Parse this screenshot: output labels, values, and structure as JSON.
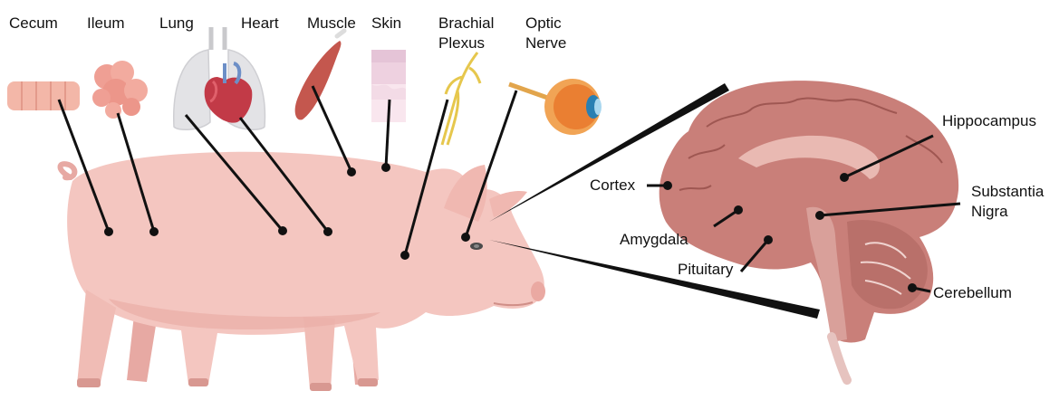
{
  "tissue_labels": {
    "cecum": "Cecum",
    "ileum": "Ileum",
    "lung": "Lung",
    "heart": "Heart",
    "muscle": "Muscle",
    "skin": "Skin",
    "brachial_plexus": [
      "Brachial",
      "Plexus"
    ],
    "optic_nerve": [
      "Optic",
      "Nerve"
    ]
  },
  "brain_labels": {
    "hippocampus": "Hippocampus",
    "substantia_nigra": [
      "Substantia",
      "Nigra"
    ],
    "cortex": "Cortex",
    "amygdala": "Amygdala",
    "pituitary": "Pituitary",
    "cerebellum": "Cerebellum"
  },
  "colors": {
    "pig_body": "#f4c6c0",
    "pig_shade": "#e7a9a3",
    "brain": "#c97f79",
    "brain_dark": "#9f5752",
    "line": "#111111"
  }
}
